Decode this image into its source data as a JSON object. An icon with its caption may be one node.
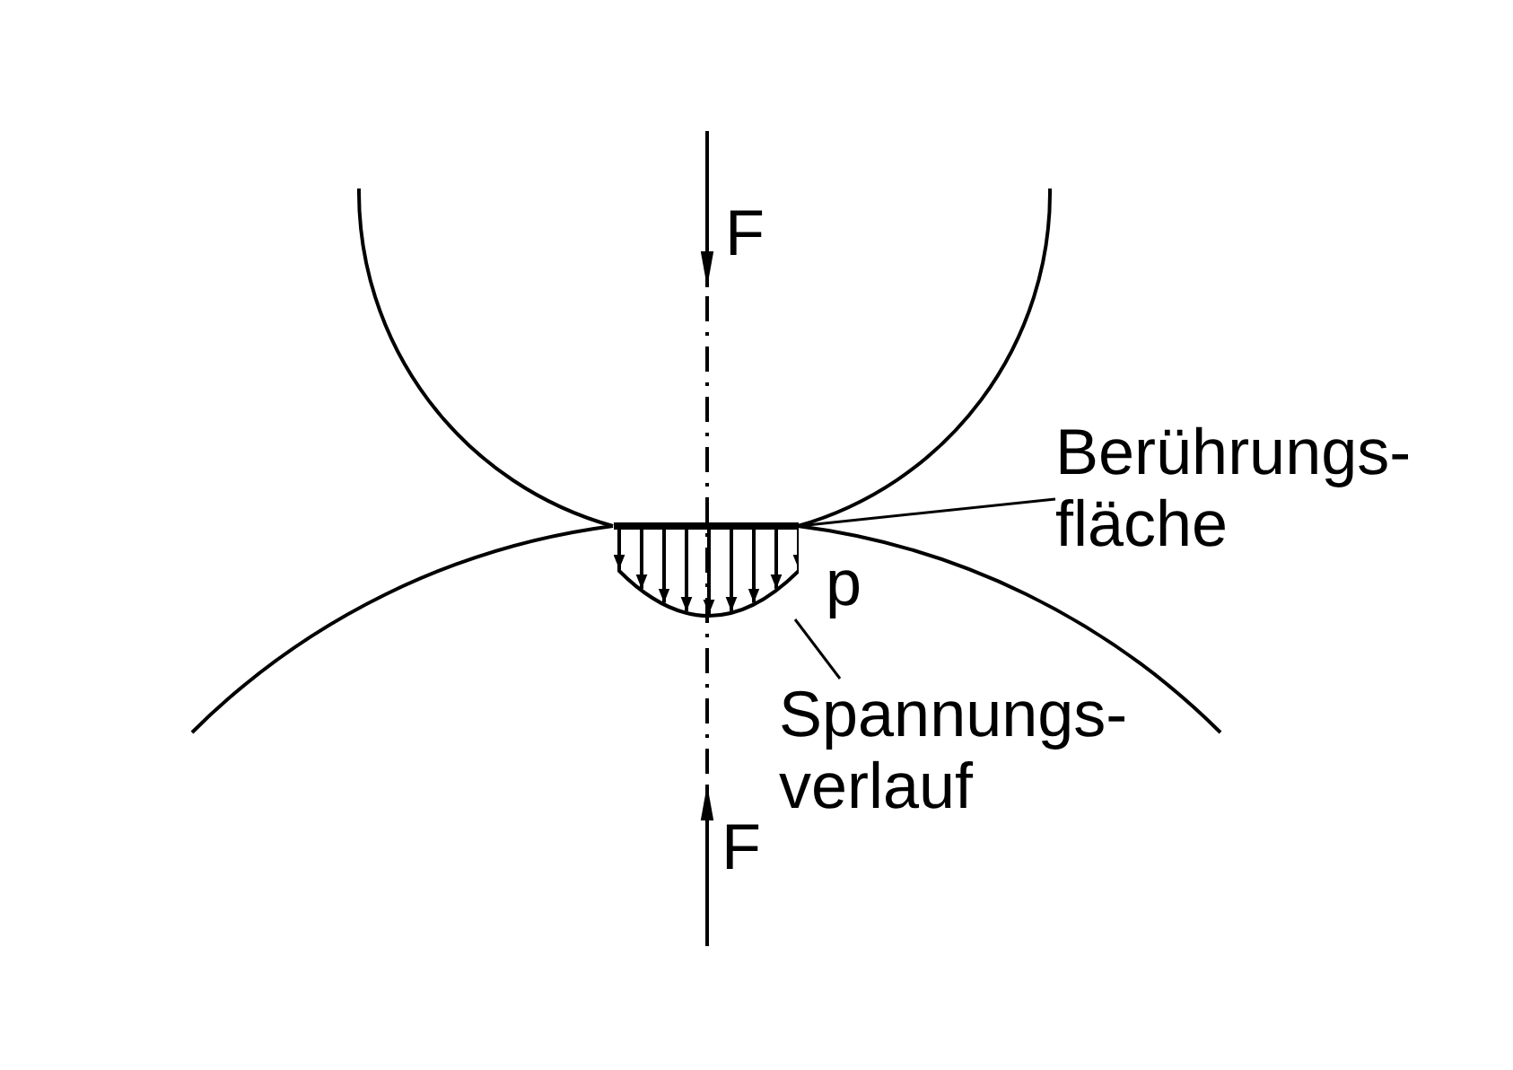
{
  "diagram": {
    "nodes": [
      {
        "text": [
          "Berührungs- fläche"
        ]
      },
      {
        "text": [],
        "shape": "bar"
      },
      {
        "text": [
          "Spannungs- verlauf"
        ]
      },
      {
        "text": [],
        "shape": "picture"
      }
    ],
    "edges": [
      {
        "from": 0,
        "to": 1,
        "arrow": "none"
      },
      {
        "from": 2,
        "to": 3,
        "arrow": "none"
      }
    ],
    "labels": [
      "F",
      "p",
      "F"
    ]
  }
}
